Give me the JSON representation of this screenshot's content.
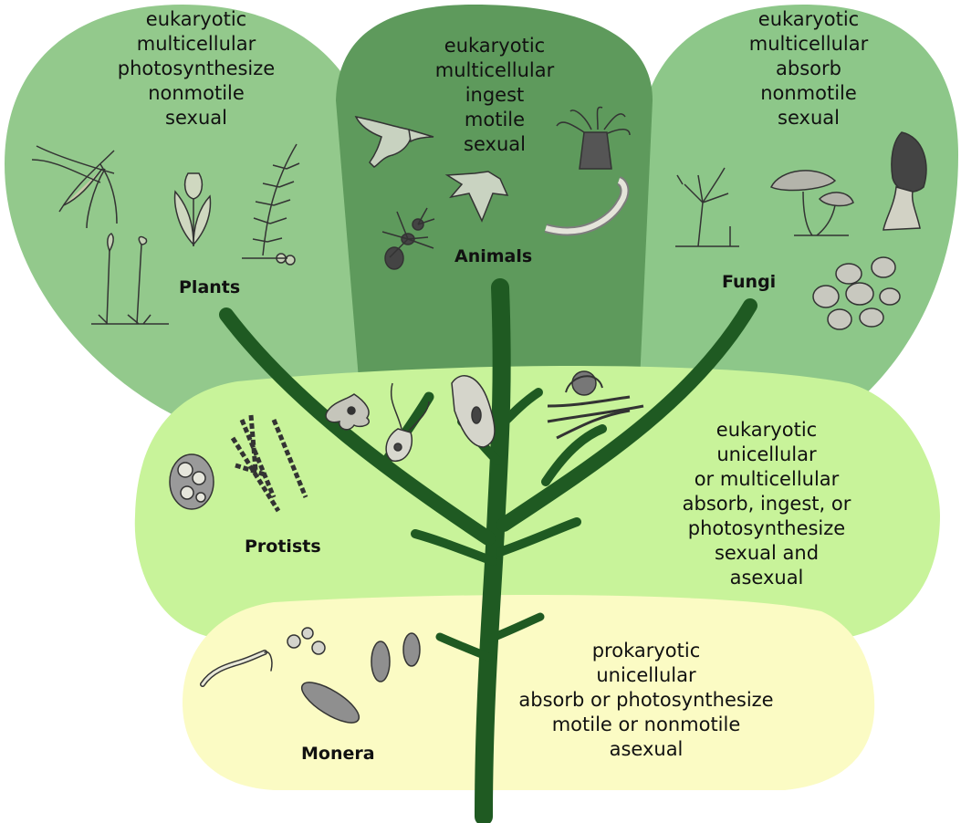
{
  "colors": {
    "plants": "#93c98c",
    "animals": "#5e9a5c",
    "fungi": "#8dc789",
    "protists": "#c8f39a",
    "monera": "#fbfbc4",
    "trunk": "#1f5a22"
  },
  "kingdoms": {
    "plants": {
      "name": "Plants",
      "traits": [
        "eukaryotic",
        "multicellular",
        "photosynthesize",
        "nonmotile",
        "sexual"
      ],
      "icons": [
        "seaweed-icon",
        "tulip-icon",
        "fern-icon",
        "moss-icon"
      ]
    },
    "animals": {
      "name": "Animals",
      "traits": [
        "eukaryotic",
        "multicellular",
        "ingest",
        "motile",
        "sexual"
      ],
      "icons": [
        "bird-icon",
        "sea-anemone-icon",
        "starfish-icon",
        "ant-icon",
        "worm-icon"
      ]
    },
    "fungi": {
      "name": "Fungi",
      "traits": [
        "eukaryotic",
        "multicellular",
        "absorb",
        "nonmotile",
        "sexual"
      ],
      "icons": [
        "mold-icon",
        "mushroom-icon",
        "morel-icon",
        "yeast-icon"
      ]
    },
    "protists": {
      "name": "Protists",
      "traits": [
        "eukaryotic",
        "unicellular",
        "or multicellular",
        "absorb, ingest, or",
        "photosynthesize",
        "sexual and",
        "asexual"
      ],
      "icons": [
        "colony-icon",
        "algae-filament-icon",
        "amoeba-icon",
        "flagellate-icon",
        "paramecium-icon",
        "slime-mold-icon"
      ]
    },
    "monera": {
      "name": "Monera",
      "traits": [
        "prokaryotic",
        "unicellular",
        "absorb or photosynthesize",
        "motile or nonmotile",
        "asexual"
      ],
      "icons": [
        "spirillum-icon",
        "coccus-icon",
        "bacillus-icon"
      ]
    }
  }
}
